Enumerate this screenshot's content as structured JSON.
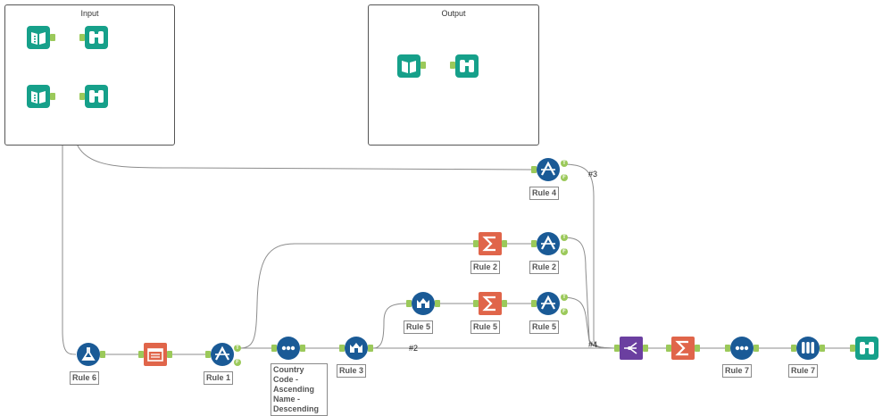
{
  "containers": {
    "input": {
      "title": "Input"
    },
    "output": {
      "title": "Output"
    }
  },
  "labels": {
    "rule4": "Rule 4",
    "rule2_summ": "Rule 2",
    "rule2_filter": "Rule 2",
    "rule5_sample": "Rule 5",
    "rule5_summ": "Rule 5",
    "rule5_filter": "Rule 5",
    "rule6": "Rule 6",
    "rule1": "Rule 1",
    "sort": "Country Code - Ascending Name - Descending",
    "rule3": "Rule 3",
    "rule7_unique": "Rule 7",
    "rule7_test": "Rule 7"
  },
  "connections": {
    "c3": "#3",
    "c2": "#2",
    "c4": "#4"
  },
  "anchors": {
    "true": "T",
    "false": "F"
  },
  "colors": {
    "io_green": "#16a08a",
    "blue": "#1a5a96",
    "orange": "#e0654a",
    "purple": "#6b3fa0",
    "anchor": "#9bc95a",
    "line": "#8c8c8c"
  },
  "icons": [
    "book-open-icon",
    "binoculars-icon",
    "filter-icon",
    "summarize-sigma-icon",
    "sample-crown-icon",
    "unique-dots-icon",
    "formula-flask-icon",
    "select-table-icon",
    "union-icon",
    "test-tubes-icon"
  ]
}
